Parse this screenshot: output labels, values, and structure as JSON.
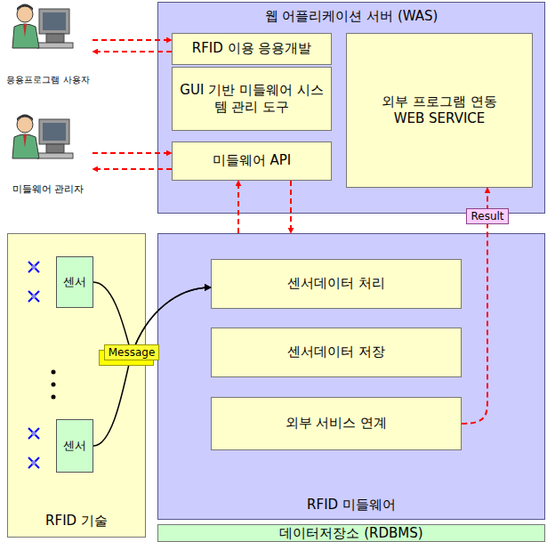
{
  "diagram": {
    "nodes": [
      {
        "text": [
          "웹 어플리케이션 서버 (WAS)"
        ]
      },
      {
        "text": [
          "RFID 이용 응용개발"
        ],
        "in": 0
      },
      {
        "text": [
          "GUI 기반 미들웨어 시스템 관리 도구"
        ],
        "in": 0
      },
      {
        "text": [
          "미들웨어 API"
        ],
        "in": 0
      },
      {
        "text": [
          "외부 프로그램 연동 WEB SERVICE"
        ],
        "in": 0
      },
      {
        "text": [
          "응용프로그램 사용자"
        ]
      },
      {
        "text": [
          "미들웨어 관리자"
        ]
      },
      {
        "text": [
          "RFID 기술"
        ]
      },
      {
        "text": [
          "센서"
        ],
        "in": 7
      },
      {
        "text": [
          "센서"
        ],
        "in": 7
      },
      {
        "text": [
          "RFID 미들웨어"
        ]
      },
      {
        "text": [
          "센서데이터 처리"
        ],
        "in": 10
      },
      {
        "text": [
          "센서데이터 저장"
        ],
        "in": 10
      },
      {
        "text": [
          "외부 서비스 연계"
        ],
        "in": 10
      },
      {
        "text": [
          "데이터저장소 (RDBMS)"
        ]
      }
    ],
    "edges": [
      {
        "from": 5,
        "to": 1,
        "arrow": "to"
      },
      {
        "from": 1,
        "to": 5,
        "arrow": "to"
      },
      {
        "from": 6,
        "to": 3,
        "arrow": "to"
      },
      {
        "from": 3,
        "to": 6,
        "arrow": "to"
      },
      {
        "from": 10,
        "to": 3,
        "arrow": "to"
      },
      {
        "from": 3,
        "to": 10,
        "arrow": "to"
      },
      {
        "from": 8,
        "to": 11,
        "arrow": "to"
      },
      {
        "from": 9,
        "to": 11,
        "arrow": "to"
      },
      {
        "from": 13,
        "to": 4,
        "label": "Result",
        "arrow": "to"
      }
    ],
    "labels": [
      "Message"
    ]
  }
}
